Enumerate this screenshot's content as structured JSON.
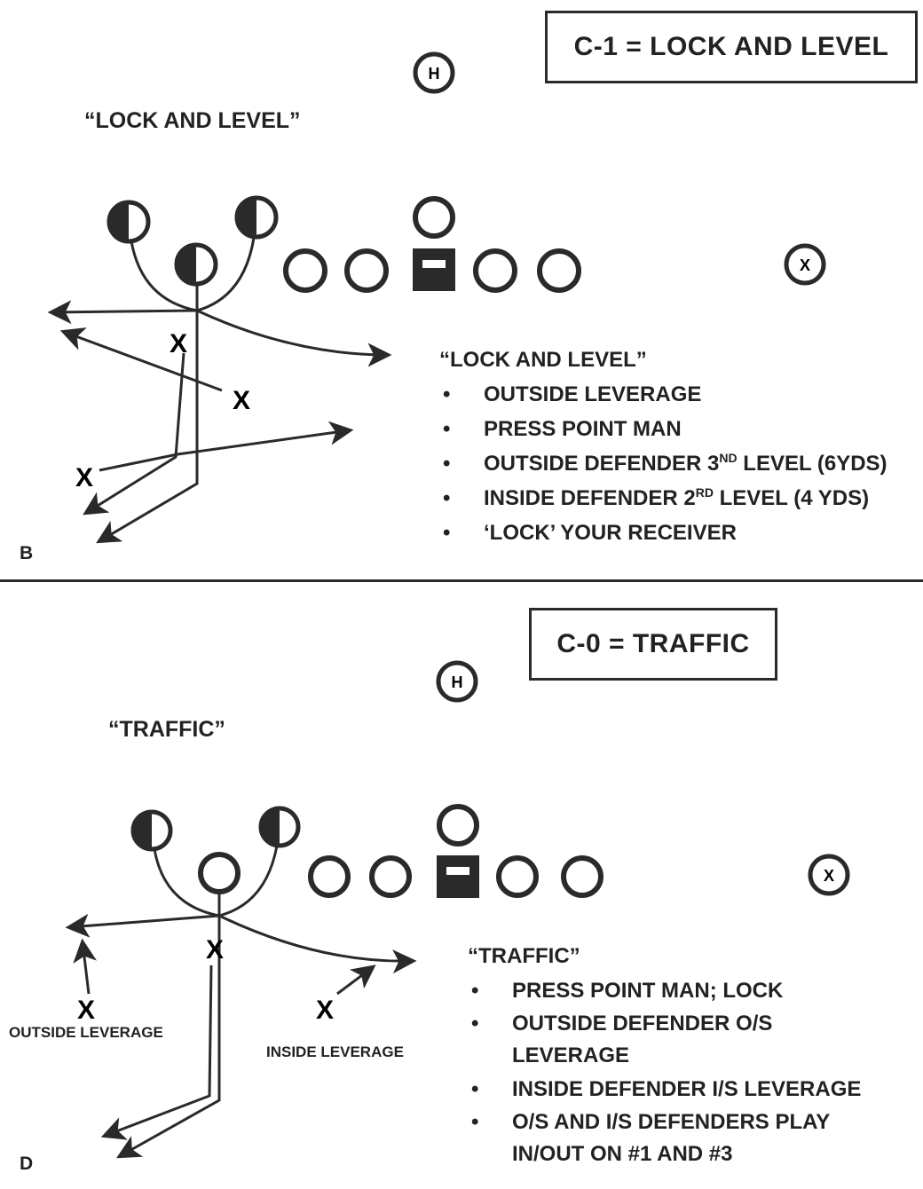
{
  "top": {
    "title": "C-1 = LOCK AND LEVEL",
    "call_name": "“LOCK AND LEVEL”",
    "h_marker": "H",
    "x_marker": "X",
    "defender_mark": "X",
    "corner_label": "B",
    "notes_heading": "“LOCK AND LEVEL”",
    "notes": {
      "item1": "OUTSIDE LEVERAGE",
      "item2": "PRESS POINT MAN",
      "item3_pre": "OUTSIDE DEFENDER 3",
      "item3_sup": "ND",
      "item3_post": " LEVEL (6YDS)",
      "item4_pre": "INSIDE DEFENDER 2",
      "item4_sup": "RD",
      "item4_post": " LEVEL (4 YDS)",
      "item5": "‘LOCK’ YOUR RECEIVER"
    }
  },
  "bottom": {
    "title": "C-0 = TRAFFIC",
    "call_name": "“TRAFFIC”",
    "h_marker": "H",
    "x_marker": "X",
    "defender_mark": "X",
    "corner_label": "D",
    "outside_label": "OUTSIDE LEVERAGE",
    "inside_label": "INSIDE LEVERAGE",
    "notes_heading": "“TRAFFIC”",
    "notes": {
      "item1": "PRESS POINT MAN; LOCK",
      "item2a": "OUTSIDE DEFENDER O/S",
      "item2b": "LEVERAGE",
      "item3": "INSIDE DEFENDER I/S LEVERAGE",
      "item4a": "O/S AND I/S DEFENDERS PLAY",
      "item4b": "IN/OUT ON #1 AND #3"
    }
  },
  "colors": {
    "ink": "#2a2a2a",
    "paper": "#ffffff"
  }
}
